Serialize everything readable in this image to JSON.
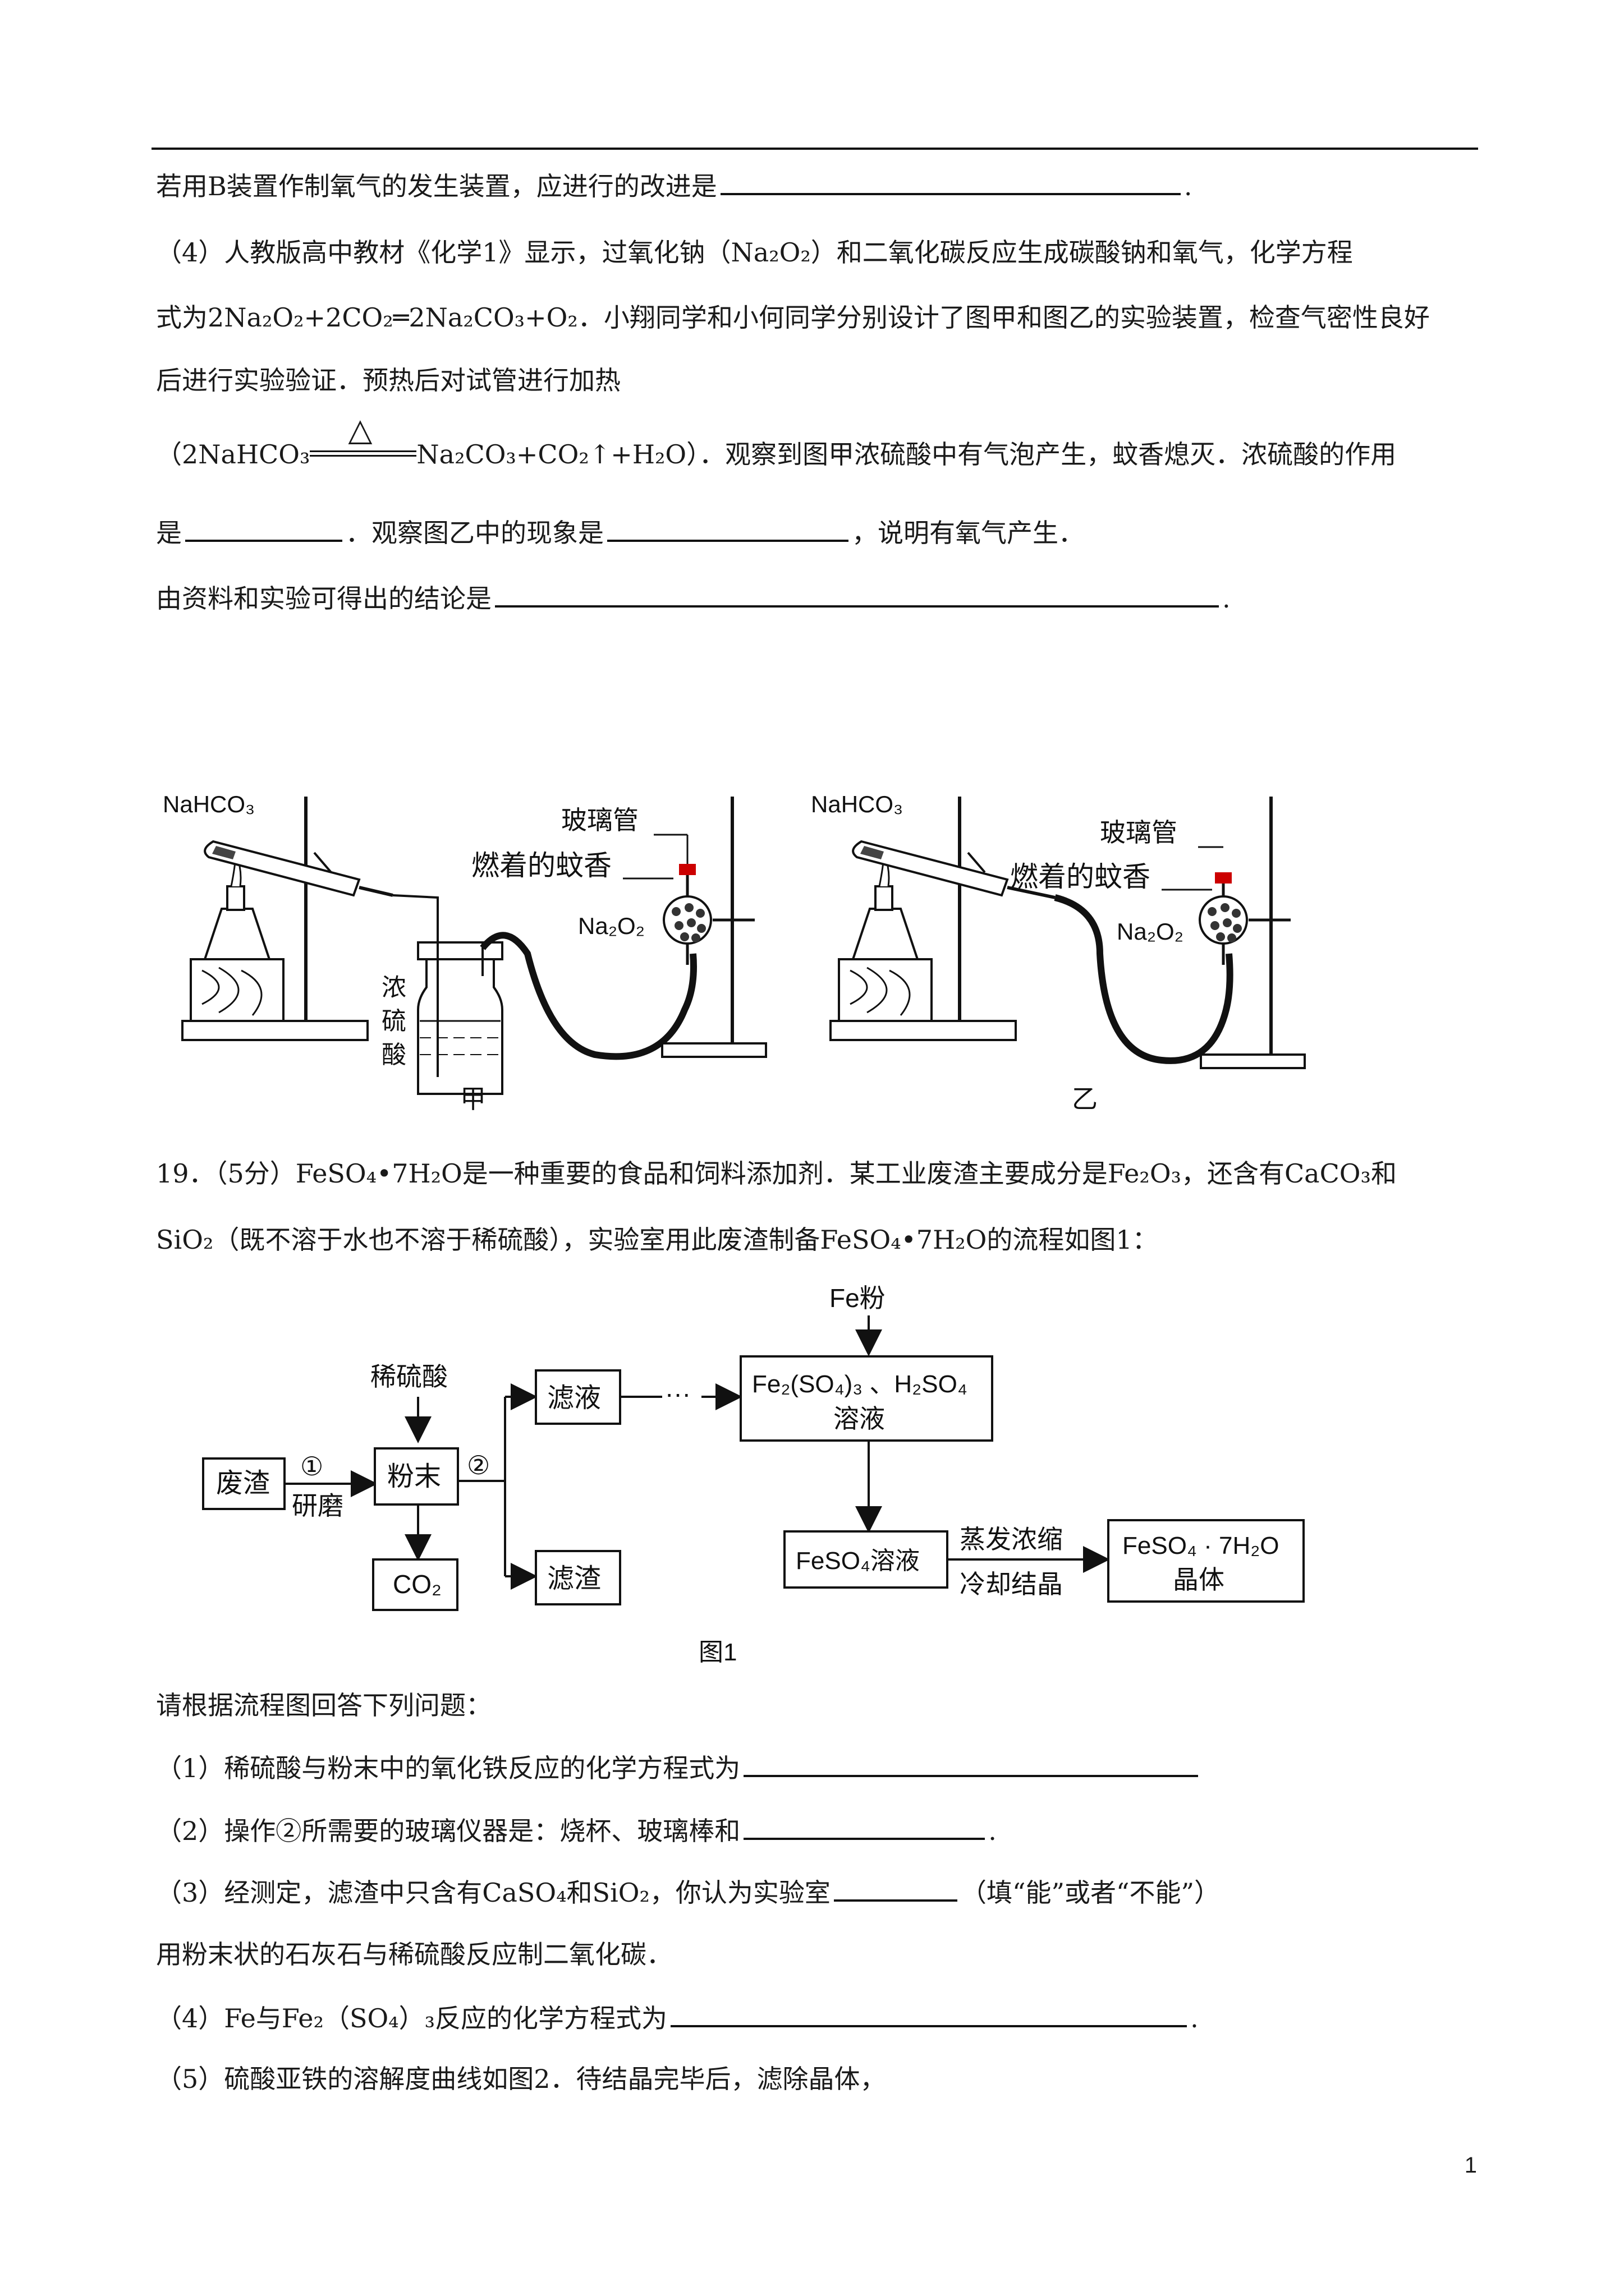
{
  "text": {
    "l1a": "若用B装置作制氧气的发生装置，应进行的改进是",
    "l1b": ".",
    "l2": "（4）人教版高中教材《化学1》显示，过氧化钠（Na₂O₂）和二氧化碳反应生成碳酸钠和氧气，化学方程",
    "l3": "式为2Na₂O₂+2CO₂═2Na₂CO₃+O₂．小翔同学和小何同学分别设计了图甲和图乙的实验装置，检查气密性良好",
    "l4": "后进行实验验证．预热后对试管进行加热",
    "l5a": "（2NaHCO₃",
    "l5triangle": "△",
    "l5b": "Na₂CO₃+CO₂↑+H₂O）．观察到图甲浓硫酸中有气泡产生，蚊香熄灭．浓硫酸的作用",
    "l6a": "是",
    "l6b": "．观察图乙中的现象是",
    "l6c": "，说明有氧气产生．",
    "l7a": "由资料和实验可得出的结论是",
    "l7b": ".",
    "q19a": "19．（5分）FeSO₄•7H₂O是一种重要的食品和饲料添加剂．某工业废渣主要成分是Fe₂O₃，还含有CaCO₃和",
    "q19b": "SiO₂（既不溶于水也不溶于稀硫酸），实验室用此废渣制备FeSO₄•7H₂O的流程如图1：",
    "ask": "请根据流程图回答下列问题：",
    "a1": "（1）稀硫酸与粉末中的氧化铁反应的化学方程式为",
    "a2a": "（2）操作②所需要的玻璃仪器是：烧杯、玻璃棒和",
    "a2b": ".",
    "a3a": "（3）经测定，滤渣中只含有CaSO₄和SiO₂，你认为实验室",
    "a3b": "（填“能”或者“不能”）",
    "a3c": "用粉末状的石灰石与稀硫酸反应制二氧化碳．",
    "a4a": "（4）Fe与Fe₂（SO₄）₃反应的化学方程式为",
    "a4b": ".",
    "a5": "（5）硫酸亚铁的溶解度曲线如图2．待结晶完毕后，滤除晶体，",
    "page_number": "1"
  },
  "apparatus": {
    "jia": {
      "reagent": "NaHCO₃",
      "glass_tube": "玻璃管",
      "incense": "燃着的蚊香",
      "peroxide": "Na₂O₂",
      "acid_1": "浓",
      "acid_2": "硫",
      "acid_3": "酸",
      "caption": "甲"
    },
    "yi": {
      "reagent": "NaHCO₃",
      "glass_tube": "玻璃管",
      "incense": "燃着的蚊香",
      "peroxide": "Na₂O₂",
      "caption": "乙"
    }
  },
  "flow": {
    "fe_powder": "Fe粉",
    "dilute_acid": "稀硫酸",
    "waste": "废渣",
    "step1_num": "①",
    "step1_label": "研磨",
    "powder": "粉末",
    "step2_num": "②",
    "co2": "CO₂",
    "filtrate": "滤液",
    "ellipsis": "···",
    "solution_1": "Fe₂(SO₄)₃ 、H₂SO₄",
    "solution_2": "溶液",
    "residue": "滤渣",
    "feso4_solution": "FeSO₄溶液",
    "evap": "蒸发浓缩",
    "cool": "冷却结晶",
    "crystal_1": "FeSO₄ · 7H₂O",
    "crystal_2": "晶体",
    "caption": "图1"
  }
}
